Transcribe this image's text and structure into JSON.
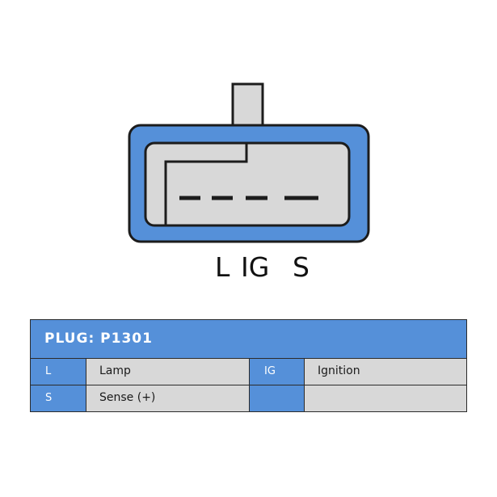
{
  "connector": {
    "pin_labels": [
      "L",
      "IG",
      "S"
    ],
    "colors": {
      "housing": "#5590d9",
      "outline": "#1c1c1c",
      "insert": "#d8d8d8"
    }
  },
  "plug_table": {
    "title": "PLUG: P1301",
    "rows": [
      {
        "code_1": "L",
        "desc_1": "Lamp",
        "code_2": "IG",
        "desc_2": "Ignition"
      },
      {
        "code_1": "S",
        "desc_1": "Sense (+)",
        "code_2": "",
        "desc_2": ""
      }
    ],
    "colors": {
      "header": "#5590d9",
      "code_cell": "#5590d9",
      "desc_cell": "#d8d8d8"
    }
  }
}
